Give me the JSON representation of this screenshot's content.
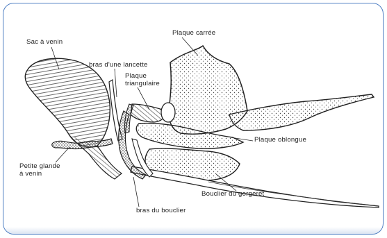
{
  "labels": {
    "sac_venin": "Sac à venin",
    "bras_lancette": "bras  d'une lancette",
    "plaque_carree": "Plaque carrée",
    "plaque_triangulaire_1": "Plaque",
    "plaque_triangulaire_2": "triangulaire",
    "plaque_oblongue": "Plaque oblongue",
    "petite_glande_1": "Petite glande",
    "petite_glande_2": "à venin",
    "bouclier_gorgeret": "Bouclier du gorgeret",
    "bras_bouclier": "bras  du bouclier"
  },
  "colors": {
    "frame": "#4f7fc3",
    "ink": "#222222"
  }
}
